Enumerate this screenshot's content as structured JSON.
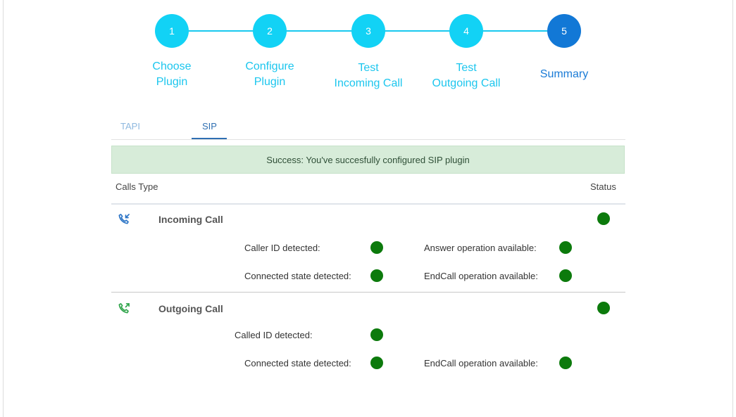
{
  "stepper": {
    "steps": [
      {
        "number": "1",
        "label_line1": "Choose",
        "label_line2": "Plugin"
      },
      {
        "number": "2",
        "label_line1": "Configure",
        "label_line2": "Plugin"
      },
      {
        "number": "3",
        "label_line1": "Test",
        "label_line2": "Incoming Call"
      },
      {
        "number": "4",
        "label_line1": "Test",
        "label_line2": "Outgoing Call"
      },
      {
        "number": "5",
        "label_line1": "Summary",
        "label_line2": ""
      }
    ],
    "active_step": "5",
    "colors": {
      "complete": "#12d2f5",
      "active": "#1278d6"
    }
  },
  "tabs": [
    {
      "label": "TAPI"
    },
    {
      "label": "SIP"
    }
  ],
  "active_tab": "SIP",
  "banner": {
    "text": "Success: You've succesfully configured SIP plugin"
  },
  "table": {
    "calls_type_header": "Calls Type",
    "status_header": "Status"
  },
  "incoming": {
    "icon": "phone-incoming-icon",
    "title": "Incoming Call",
    "caller_id": "Caller ID detected:",
    "connected_state": "Connected state detected:",
    "answer_op": "Answer operation available:",
    "endcall_op": "EndCall operation available:"
  },
  "outgoing": {
    "icon": "phone-outgoing-icon",
    "title": "Outgoing Call",
    "called_id": "Called ID detected:",
    "connected_state": "Connected state detected:",
    "endcall_op": "EndCall operation available:"
  },
  "status_color": "#0c7a0c"
}
